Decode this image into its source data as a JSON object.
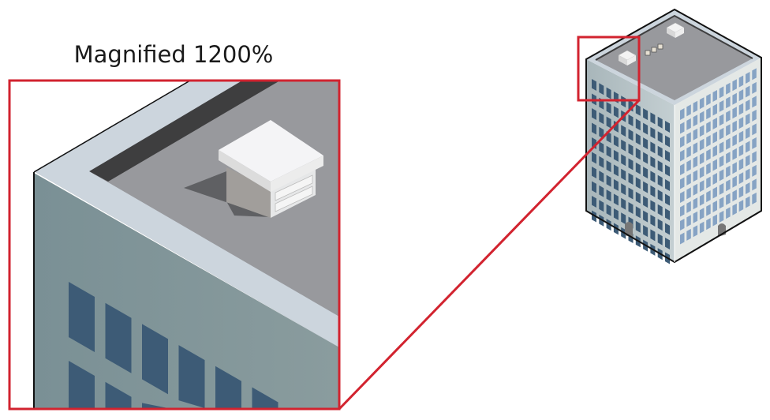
{
  "title": "Magnified 1200%",
  "magnification_percent": 1200,
  "colors": {
    "highlight": "#d2232f",
    "roof": "#98999d",
    "parapet": "#ccd5dd",
    "dark_strip": "#3e3e3f",
    "front_face": "#7e9296",
    "window_dark": "#3d5b76",
    "window_light": "#86a3c4",
    "right_face": "#e4e8e6"
  },
  "small_building": {
    "left_window_cols": 11,
    "right_window_cols": 12,
    "window_rows": 10
  }
}
